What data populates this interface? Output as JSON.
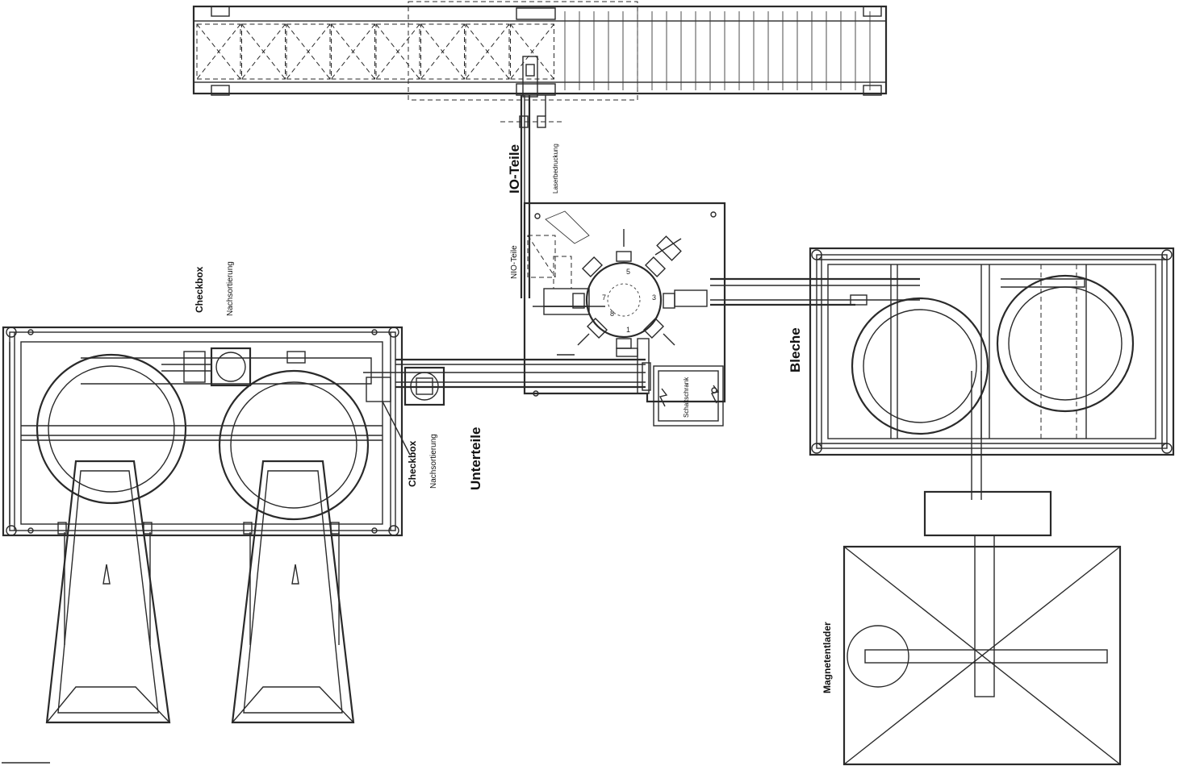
{
  "labels": {
    "io_teile": "IO-Teile",
    "laserbedruckung": "Laserbedruckung",
    "nio_teile": "NIO-Teile",
    "checkbox_top": "Checkbox",
    "nachsortierung_top": "Nachsortierung",
    "checkbox_mid": "Checkbox",
    "nachsortierung_mid": "Nachsortierung",
    "unterteile": "Unterteile",
    "schaltschrank": "Schaltschrank",
    "bleche": "Bleche",
    "magnetentlader": "Magnetentlader"
  },
  "station_numbers": [
    "1",
    "3",
    "5",
    "7",
    "8"
  ],
  "colors": {
    "line": "#2a2a2a",
    "background": "#ffffff"
  }
}
